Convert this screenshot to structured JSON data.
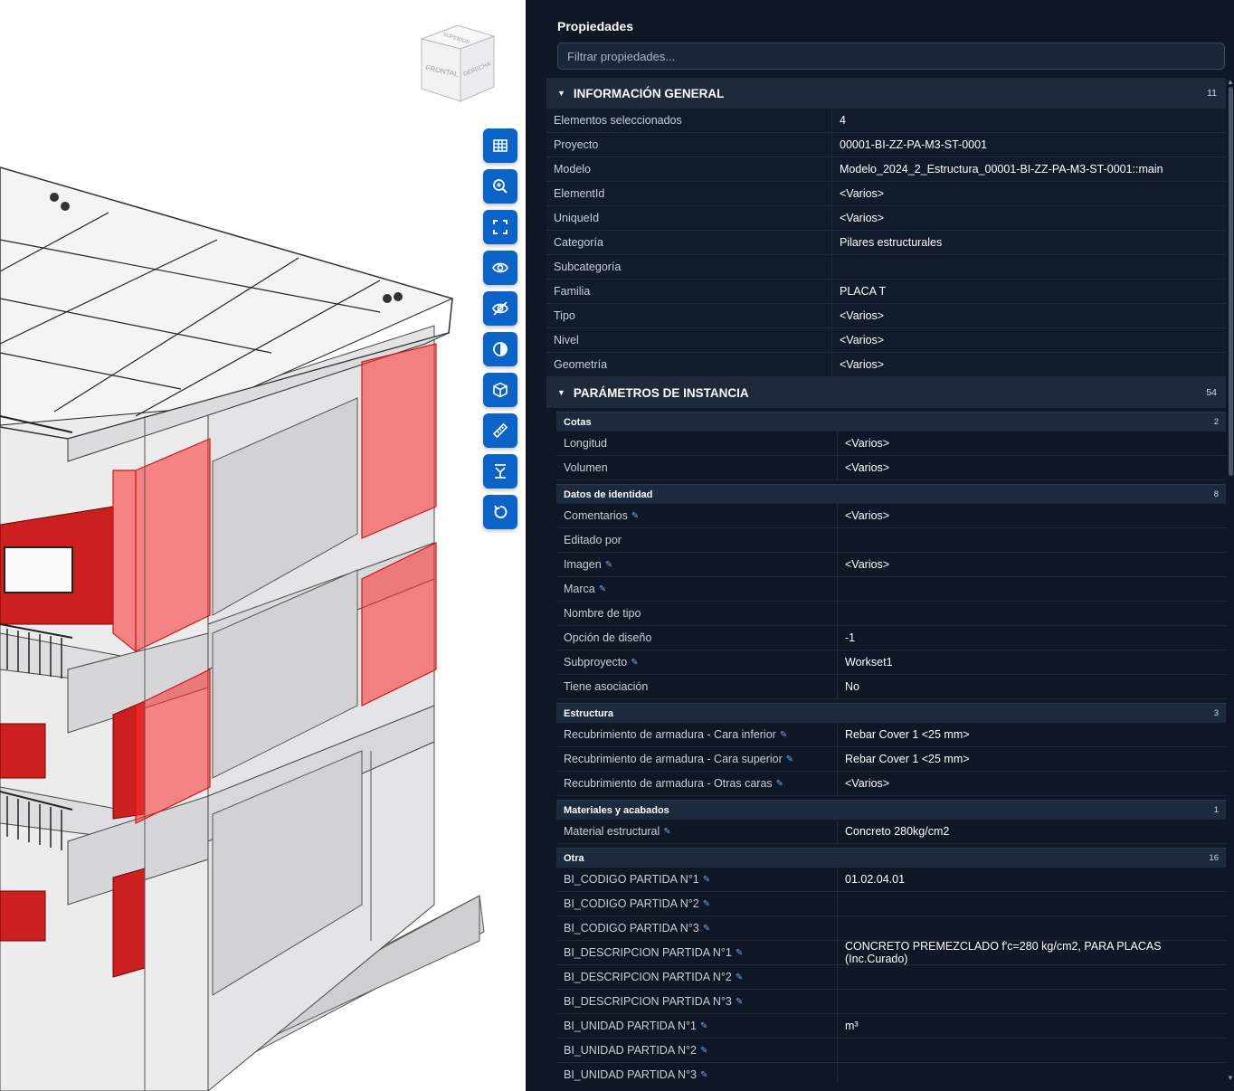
{
  "viewer": {
    "navcube": {
      "top": "SUPERIOR",
      "front": "FRONTAL",
      "right": "DERECHA"
    },
    "toolbar": [
      {
        "name": "grid-icon"
      },
      {
        "name": "zoom-icon"
      },
      {
        "name": "fit-view-icon"
      },
      {
        "name": "eye-icon"
      },
      {
        "name": "eye-off-icon"
      },
      {
        "name": "contrast-icon"
      },
      {
        "name": "cube-icon"
      },
      {
        "name": "ruler-icon"
      },
      {
        "name": "section-icon"
      },
      {
        "name": "reset-icon"
      }
    ],
    "colors": {
      "selection": "#ff3b3b",
      "building": "#e9e9ea",
      "button": "#0b63c8"
    }
  },
  "panel": {
    "title": "Propiedades",
    "filter_placeholder": "Filtrar propiedades...",
    "general": {
      "label": "INFORMACIÓN GENERAL",
      "count": "11",
      "rows": [
        {
          "k": "Elementos seleccionados",
          "v": "4"
        },
        {
          "k": "Proyecto",
          "v": "00001-BI-ZZ-PA-M3-ST-0001"
        },
        {
          "k": "Modelo",
          "v": "Modelo_2024_2_Estructura_00001-BI-ZZ-PA-M3-ST-0001::main"
        },
        {
          "k": "ElementId",
          "v": "<Varios>"
        },
        {
          "k": "UniqueId",
          "v": "<Varios>"
        },
        {
          "k": "Categoría",
          "v": "Pilares estructurales"
        },
        {
          "k": "Subcategoría",
          "v": ""
        },
        {
          "k": "Familia",
          "v": "PLACA T"
        },
        {
          "k": "Tipo",
          "v": "<Varios>"
        },
        {
          "k": "Nivel",
          "v": "<Varios>"
        },
        {
          "k": "Geometría",
          "v": "<Varios>"
        }
      ]
    },
    "instance": {
      "label": "PARÁMETROS DE INSTANCIA",
      "count": "54",
      "groups": [
        {
          "label": "Cotas",
          "count": "2",
          "rows": [
            {
              "k": "Longitud",
              "v": "<Varios>",
              "edit": false
            },
            {
              "k": "Volumen",
              "v": "<Varios>",
              "edit": false
            }
          ]
        },
        {
          "label": "Datos de identidad",
          "count": "8",
          "rows": [
            {
              "k": "Comentarios",
              "v": "<Varios>",
              "edit": true
            },
            {
              "k": "Editado por",
              "v": "",
              "edit": false
            },
            {
              "k": "Imagen",
              "v": "<Varios>",
              "edit": true
            },
            {
              "k": "Marca",
              "v": "",
              "edit": true
            },
            {
              "k": "Nombre de tipo",
              "v": "",
              "edit": false
            },
            {
              "k": "Opción de diseño",
              "v": "-1",
              "edit": false
            },
            {
              "k": "Subproyecto",
              "v": "Workset1",
              "edit": true
            },
            {
              "k": "Tiene asociación",
              "v": "No",
              "edit": false
            }
          ]
        },
        {
          "label": "Estructura",
          "count": "3",
          "rows": [
            {
              "k": "Recubrimiento de armadura - Cara inferior",
              "v": "Rebar Cover 1 <25 mm>",
              "edit": true
            },
            {
              "k": "Recubrimiento de armadura - Cara superior",
              "v": "Rebar Cover 1 <25 mm>",
              "edit": true
            },
            {
              "k": "Recubrimiento de armadura - Otras caras",
              "v": "<Varios>",
              "edit": true
            }
          ]
        },
        {
          "label": "Materiales y acabados",
          "count": "1",
          "rows": [
            {
              "k": "Material estructural",
              "v": "Concreto 280kg/cm2",
              "edit": true
            }
          ]
        },
        {
          "label": "Otra",
          "count": "16",
          "rows": [
            {
              "k": "BI_CODIGO PARTIDA N°1",
              "v": "01.02.04.01",
              "edit": true
            },
            {
              "k": "BI_CODIGO PARTIDA N°2",
              "v": "",
              "edit": true
            },
            {
              "k": "BI_CODIGO PARTIDA N°3",
              "v": "",
              "edit": true
            },
            {
              "k": "BI_DESCRIPCION PARTIDA N°1",
              "v": "CONCRETO PREMEZCLADO f'c=280 kg/cm2, PARA PLACAS (Inc.Curado)",
              "edit": true
            },
            {
              "k": "BI_DESCRIPCION PARTIDA N°2",
              "v": "",
              "edit": true
            },
            {
              "k": "BI_DESCRIPCION PARTIDA N°3",
              "v": "",
              "edit": true
            },
            {
              "k": "BI_UNIDAD PARTIDA N°1",
              "v": "m³",
              "edit": true
            },
            {
              "k": "BI_UNIDAD PARTIDA N°2",
              "v": "",
              "edit": true
            },
            {
              "k": "BI_UNIDAD PARTIDA N°3",
              "v": "",
              "edit": true
            }
          ]
        }
      ]
    }
  }
}
